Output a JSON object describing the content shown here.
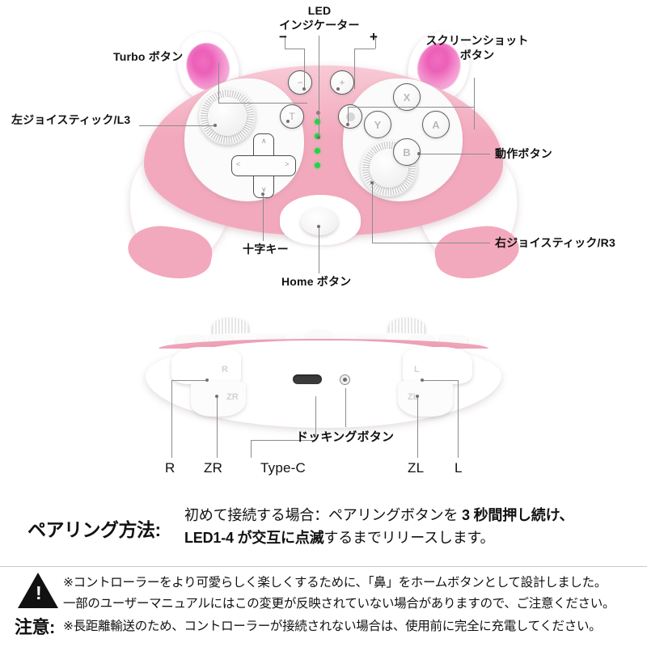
{
  "product": {
    "type": "game-controller-diagram",
    "colors": {
      "body_pink": "#f3a9bd",
      "ear_inner": "#ec5fb8",
      "led_green": "#1fd643",
      "white": "#ffffff",
      "text": "#111111",
      "leader_line": "#8b8b8b"
    }
  },
  "front_view": {
    "callouts": [
      {
        "id": "turbo",
        "label": "Turbo ボタン"
      },
      {
        "id": "left-stick",
        "label": "左ジョイスティック/L3"
      },
      {
        "id": "led",
        "label": "LED\nインジケーター",
        "line1": "LED",
        "line2": "インジケーター"
      },
      {
        "id": "screenshot",
        "label": "スクリーンショット\nボタン",
        "line1": "スクリーンショット",
        "line2": "ボタン"
      },
      {
        "id": "action",
        "label": "動作ボタン"
      },
      {
        "id": "right-stick",
        "label": "右ジョイスティック/R3"
      },
      {
        "id": "dpad",
        "label": "十字キー"
      },
      {
        "id": "home",
        "label": "Home ボタン"
      }
    ],
    "symbols": {
      "minus": "−",
      "plus": "+"
    },
    "face_buttons": [
      "X",
      "Y",
      "A",
      "B"
    ],
    "led_count": 4,
    "dpad_ticks": {
      "up": "∧",
      "down": "∨",
      "left": "<",
      "right": ">"
    }
  },
  "rear_view": {
    "callouts": [
      {
        "id": "r",
        "label": "R"
      },
      {
        "id": "zr",
        "label": "ZR"
      },
      {
        "id": "type-c",
        "label": "Type-C"
      },
      {
        "id": "docking",
        "label": "ドッキングボタン"
      },
      {
        "id": "zl",
        "label": "ZL"
      },
      {
        "id": "l",
        "label": "L"
      }
    ],
    "trigger_marks": {
      "r": "R",
      "l": "L",
      "zr": "ZR",
      "zl": "ZL"
    }
  },
  "pairing": {
    "title": "ペアリング方法:",
    "line1_plain": "初めて接続する場合：ペアリングボタンを ",
    "line1_bold": "3 秒間押し続け、",
    "line2_bold": "LED1-4 が交互に点滅",
    "line2_plain": "するまでリリースします。"
  },
  "caution": {
    "label": "注意:",
    "icon": "warning-triangle",
    "bang": "!",
    "line1": "※コントローラーをより可愛らしく楽しくするために、「鼻」をホームボタンとして設計しました。",
    "line2": "一部のユーザーマニュアルにはこの変更が反映されていない場合がありますので、ご注意ください。",
    "line3": "※長距離輸送のため、コントローラーが接続されない場合は、使用前に完全に充電してください。"
  }
}
